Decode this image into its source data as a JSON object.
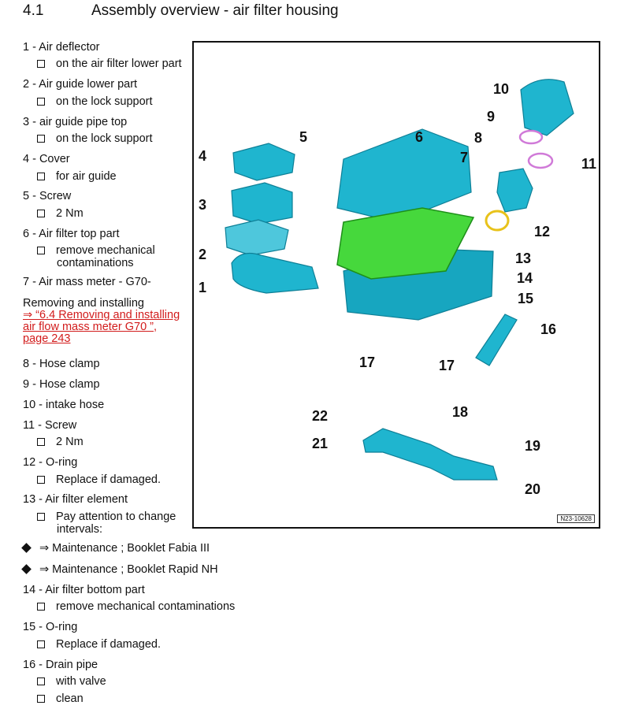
{
  "header": {
    "number": "4.1",
    "title": "Assembly overview - air filter housing"
  },
  "items": [
    {
      "label": "1 - Air deflector",
      "sub": [
        "on the air filter lower part"
      ]
    },
    {
      "label": "2 - Air guide lower part",
      "sub": [
        "on the lock support"
      ]
    },
    {
      "label": "3 - air guide pipe top",
      "sub": [
        "on the lock support"
      ]
    },
    {
      "label": "4 - Cover",
      "sub": [
        "for air guide"
      ]
    },
    {
      "label": "5 - Screw",
      "sub": [
        "2 Nm"
      ]
    },
    {
      "label": "6 - Air filter top part",
      "sub": [
        "remove mechanical",
        "contaminations"
      ]
    },
    {
      "label": "7 - Air mass meter - G70-"
    },
    {
      "label": "Removing and installing"
    },
    {
      "link": [
        "⇒ “6.4 Removing and installing",
        "air flow mass meter G70 ”,",
        "page 243"
      ]
    },
    {
      "label": "8 - Hose clamp"
    },
    {
      "label": "9 - Hose clamp"
    },
    {
      "label": "10 - intake hose"
    },
    {
      "label": "11 - Screw",
      "sub": [
        "2 Nm"
      ]
    },
    {
      "label": "12 - O-ring",
      "sub": [
        "Replace if damaged."
      ]
    },
    {
      "label": "13 - Air filter element",
      "sub": [
        "Pay attention to change",
        "intervals:"
      ]
    },
    {
      "bullet": "⇒ Maintenance ; Booklet  Fabia III"
    },
    {
      "bullet": "⇒ Maintenance ; Booklet  Rapid NH"
    },
    {
      "label": "14 - Air filter bottom part",
      "sub": [
        "remove mechanical contaminations"
      ]
    },
    {
      "label": "15 - O-ring",
      "sub": [
        "Replace if damaged."
      ]
    },
    {
      "label": "16 - Drain pipe",
      "sub": [
        "with valve",
        "clean"
      ]
    }
  ],
  "figure": {
    "callouts": [
      "1",
      "2",
      "3",
      "4",
      "5",
      "6",
      "7",
      "8",
      "9",
      "10",
      "11",
      "12",
      "13",
      "14",
      "15",
      "16",
      "17",
      "17",
      "18",
      "19",
      "20",
      "21",
      "22"
    ],
    "reference": "N23-10628",
    "colors": {
      "part": "#1fb5cf",
      "part_dark": "#0e7f96",
      "filter": "#46d83c",
      "clamp": "#d07ad8",
      "oring": "#e8c21a"
    }
  }
}
